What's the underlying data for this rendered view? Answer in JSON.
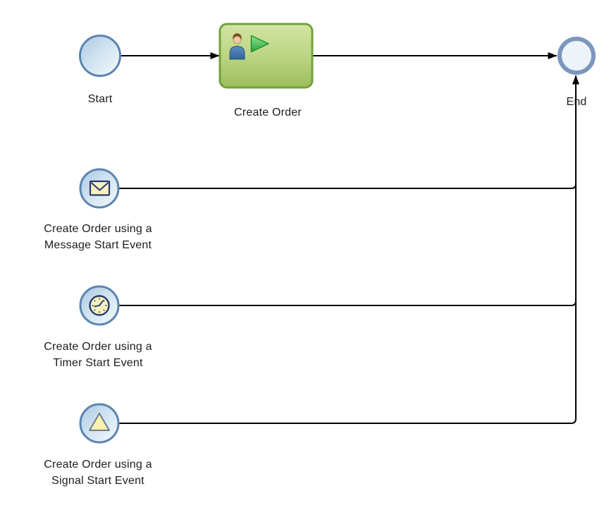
{
  "diagram": {
    "type": "bpmn-process",
    "background": "#ffffff",
    "colors": {
      "connector": "#000000",
      "event_border": "#5c84b1",
      "event_fill_dark": "#a9c8e2",
      "event_fill_light": "#f5fafd",
      "end_event_border": "#7c97bd",
      "end_event_fill": "#edf4f9",
      "task_border": "#74a03c",
      "task_fill_top": "#d3e5a3",
      "task_fill_bottom": "#9cbe5c",
      "icon_outline_navy": "#27386b",
      "icon_yellow": "#f8f2c0",
      "signal_triangle_fill": "#f9f1ad",
      "signal_triangle_border": "#717b8e",
      "label_color": "#1c1c1c"
    },
    "nodes": {
      "start": {
        "type": "start-event",
        "label": "Start"
      },
      "task": {
        "type": "user-task",
        "label": "Create Order",
        "icons": [
          "user-icon",
          "play-icon"
        ]
      },
      "end": {
        "type": "end-event",
        "label": "End"
      },
      "message_start": {
        "type": "message-start-event",
        "icon": "envelope-icon",
        "label_line1": "Create Order using a",
        "label_line2": "Message Start Event"
      },
      "timer_start": {
        "type": "timer-start-event",
        "icon": "clock-icon",
        "label_line1": "Create Order using a",
        "label_line2": "Timer Start Event"
      },
      "signal_start": {
        "type": "signal-start-event",
        "icon": "triangle-icon",
        "label_line1": "Create Order using a",
        "label_line2": "Signal Start Event"
      }
    },
    "edges": [
      {
        "from": "start",
        "to": "task",
        "arrow": true
      },
      {
        "from": "task",
        "to": "end",
        "arrow": true
      },
      {
        "from": "message_start",
        "to": "end",
        "arrow": false
      },
      {
        "from": "timer_start",
        "to": "end",
        "arrow": false
      },
      {
        "from": "signal_start",
        "to": "end",
        "arrow": true
      }
    ]
  }
}
